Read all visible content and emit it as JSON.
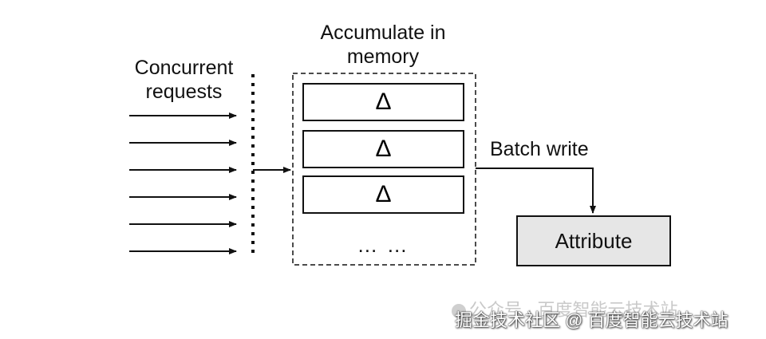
{
  "diagram": {
    "concurrent_label": "Concurrent\nrequests",
    "accumulate_label": "Accumulate in\nmemory",
    "delta_symbol": "Δ",
    "ellipsis": "… …",
    "batch_label": "Batch write",
    "attribute_label": "Attribute"
  },
  "watermark": {
    "wechat": "公众号 · 百度智能云技术站",
    "juejin": "掘金技术社区 @ 百度智能云技术站"
  }
}
